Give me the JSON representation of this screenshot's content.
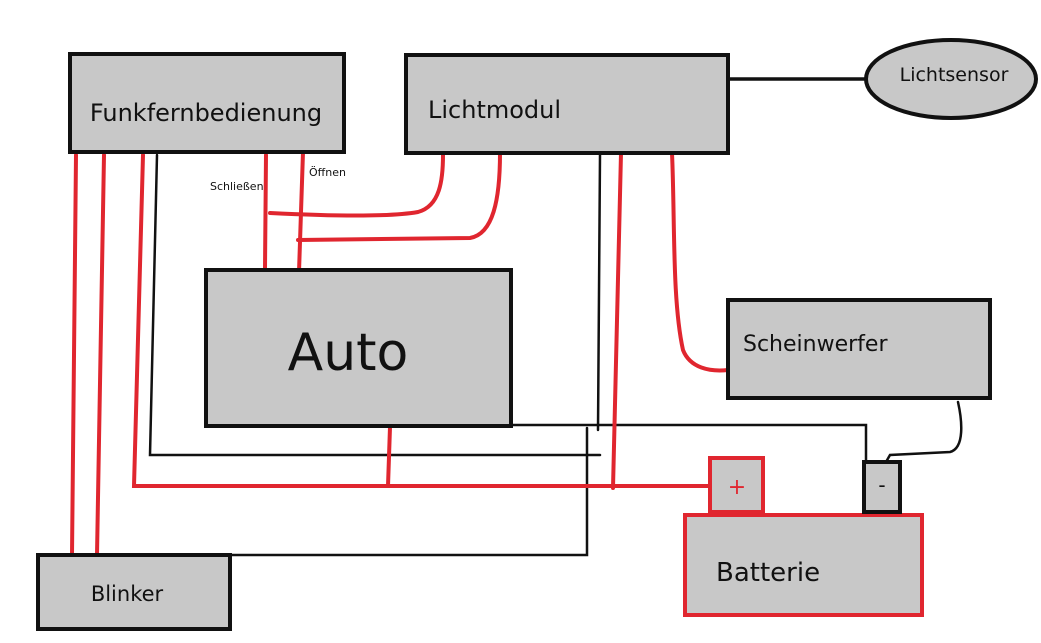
{
  "boxes": {
    "funkfernbedienung": "Funkfernbedienung",
    "lichtmodul": "Lichtmodul",
    "lichtsensor": "Lichtsensor",
    "auto": "Auto",
    "scheinwerfer": "Scheinwerfer",
    "blinker": "Blinker",
    "batterie": "Batterie",
    "plus": "+",
    "minus": "-"
  },
  "wire_labels": {
    "schliessen": "Schließen",
    "oeffnen": "Öffnen"
  },
  "colors": {
    "box_fill": "#c8c8c8",
    "box_border": "#111111",
    "wire_red": "#e0262f",
    "wire_black": "#111111",
    "battery_border": "#e0262f"
  }
}
